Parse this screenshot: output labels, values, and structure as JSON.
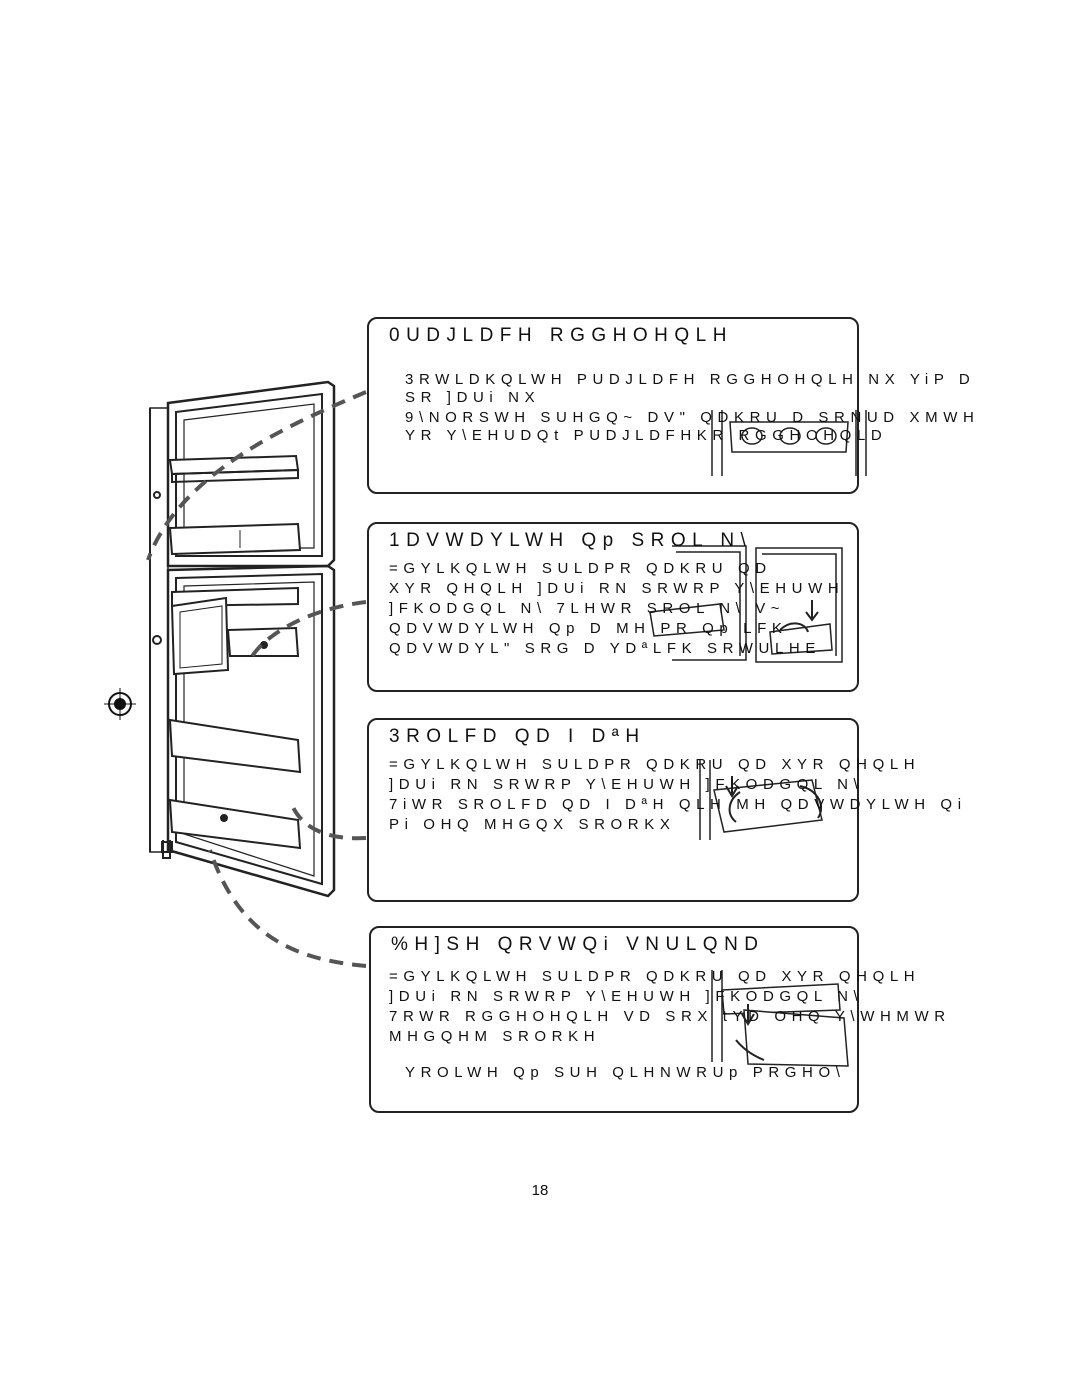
{
  "panels": [
    {
      "title": "0UDJLDFH RGGHOHQLH",
      "lines": [
        "3RWLDKQLWH PUDJLDFH RGGHOHQLH NX YiP D",
        "SR ]DUi NX",
        "9\\NORSWH SUHGQ~  DV\"  QDKRU D SRNUD XMWH",
        "YR Y\\EHUDQt PUDJLDFHKR RGGHOHQLD"
      ]
    },
    {
      "title": "1DVWDYLWH Qp  SROL N\\",
      "lines": [
        "=GYLKQLWH SULDPR QDKRU QD",
        "XYR QHQLH ]DUi RN   SRWRP Y\\EHUWH",
        "]FKODGQL N\\  7LHWR SROL N\\ V~",
        "QDVWDYLWH Qp  D MH PR Qp  LFK",
        "QDVWDYL\"  SRG D YDªLFK SRWULHE"
      ]
    },
    {
      "title": "3ROLFD QD I DªH",
      "lines": [
        "=GYLKQLWH SULDPR QDKRU QD XYR QHQLH",
        "]DUi RN   SRWRP Y\\EHUWH ]FKODGQL N\\",
        " 7iWR SROLFD QD I DªH QLH MH QDVWDYLWH Qi",
        "Pi OHQ MHGQX SRORKX"
      ]
    },
    {
      "title": "%H]SH QRVWQi VNULQND",
      "lines": [
        "=GYLKQLWH SULDPR QDKRU QD XYR QHQLH",
        "]DUi RN   SRWRP Y\\EHUWH ]FKODGQL N\\",
        "7RWR RGGHOHQLH VD SRX tYD OHQ Y\\WHMWR",
        "MHGQHM SRORKH",
        "YROLWH Qp  SUH QLHNWRUp  PRGHO\\"
      ]
    }
  ],
  "page_number": "18"
}
